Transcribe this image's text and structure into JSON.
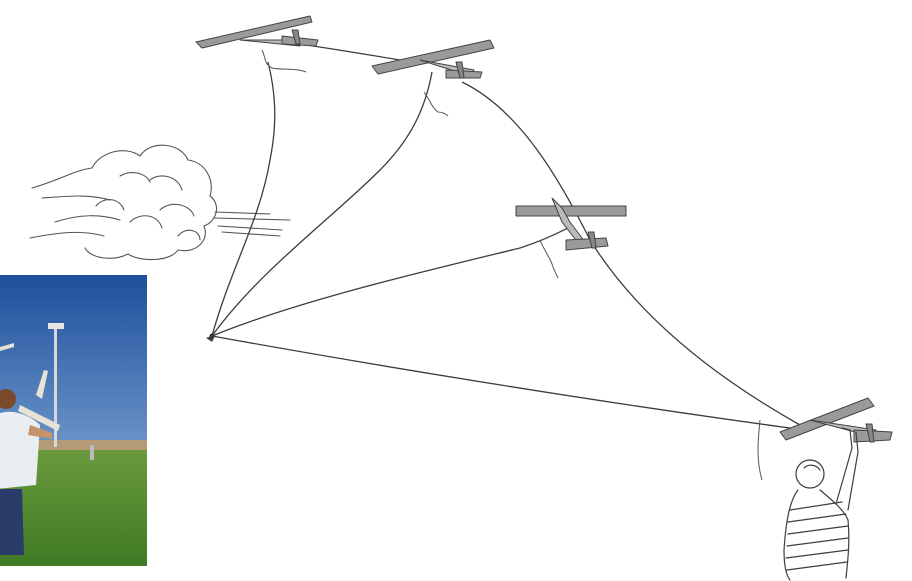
{
  "figure": {
    "kind": "line-drawing",
    "subject": "towline-launch-of-glider",
    "colors": {
      "ink": "#4a4a4a",
      "wing_fill": "#9a9a9a",
      "photo_sky": "#2f5fa8",
      "photo_grass": "#4e8a2c"
    }
  },
  "elements": {
    "cloud": "wind-cloud",
    "anchor": "tow-anchor-stake",
    "gliders": [
      "glider-top-left",
      "glider-top-center",
      "glider-middle-right",
      "glider-launcher-hand"
    ],
    "person": "launcher-person",
    "photo": "launch-photo"
  }
}
